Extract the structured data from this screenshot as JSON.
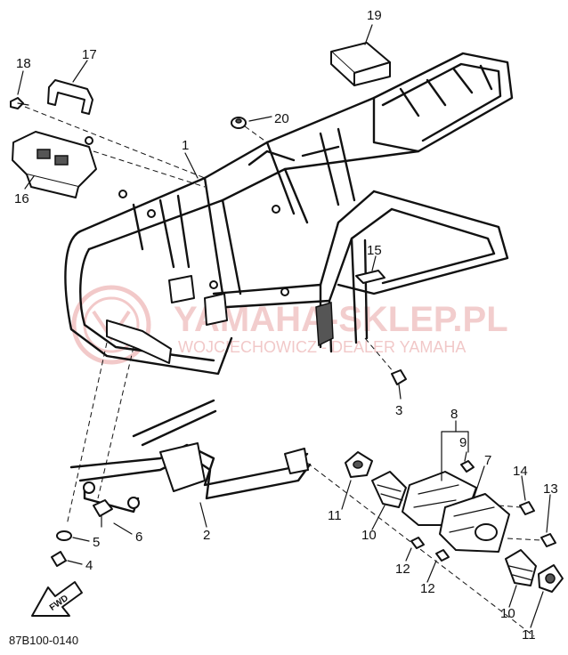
{
  "watermark": {
    "brand": "YAMAHA-SKLEP.PL",
    "dealer": "WOJCIECHOWICZ - DEALER YAMAHA",
    "logo_color": "#e9a5a5"
  },
  "callouts": {
    "c1": "1",
    "c2": "2",
    "c3": "3",
    "c4": "4",
    "c5": "5",
    "c6": "6",
    "c7": "7",
    "c8": "8",
    "c9": "9",
    "c10a": "10",
    "c10b": "10",
    "c11a": "11",
    "c11b": "11",
    "c12a": "12",
    "c12b": "12",
    "c13": "13",
    "c14": "14",
    "c15": "15",
    "c16": "16",
    "c17": "17",
    "c18": "18",
    "c19": "19",
    "c20": "20"
  },
  "forward_marker": "FWD",
  "diagram_code": "87B100-0140"
}
